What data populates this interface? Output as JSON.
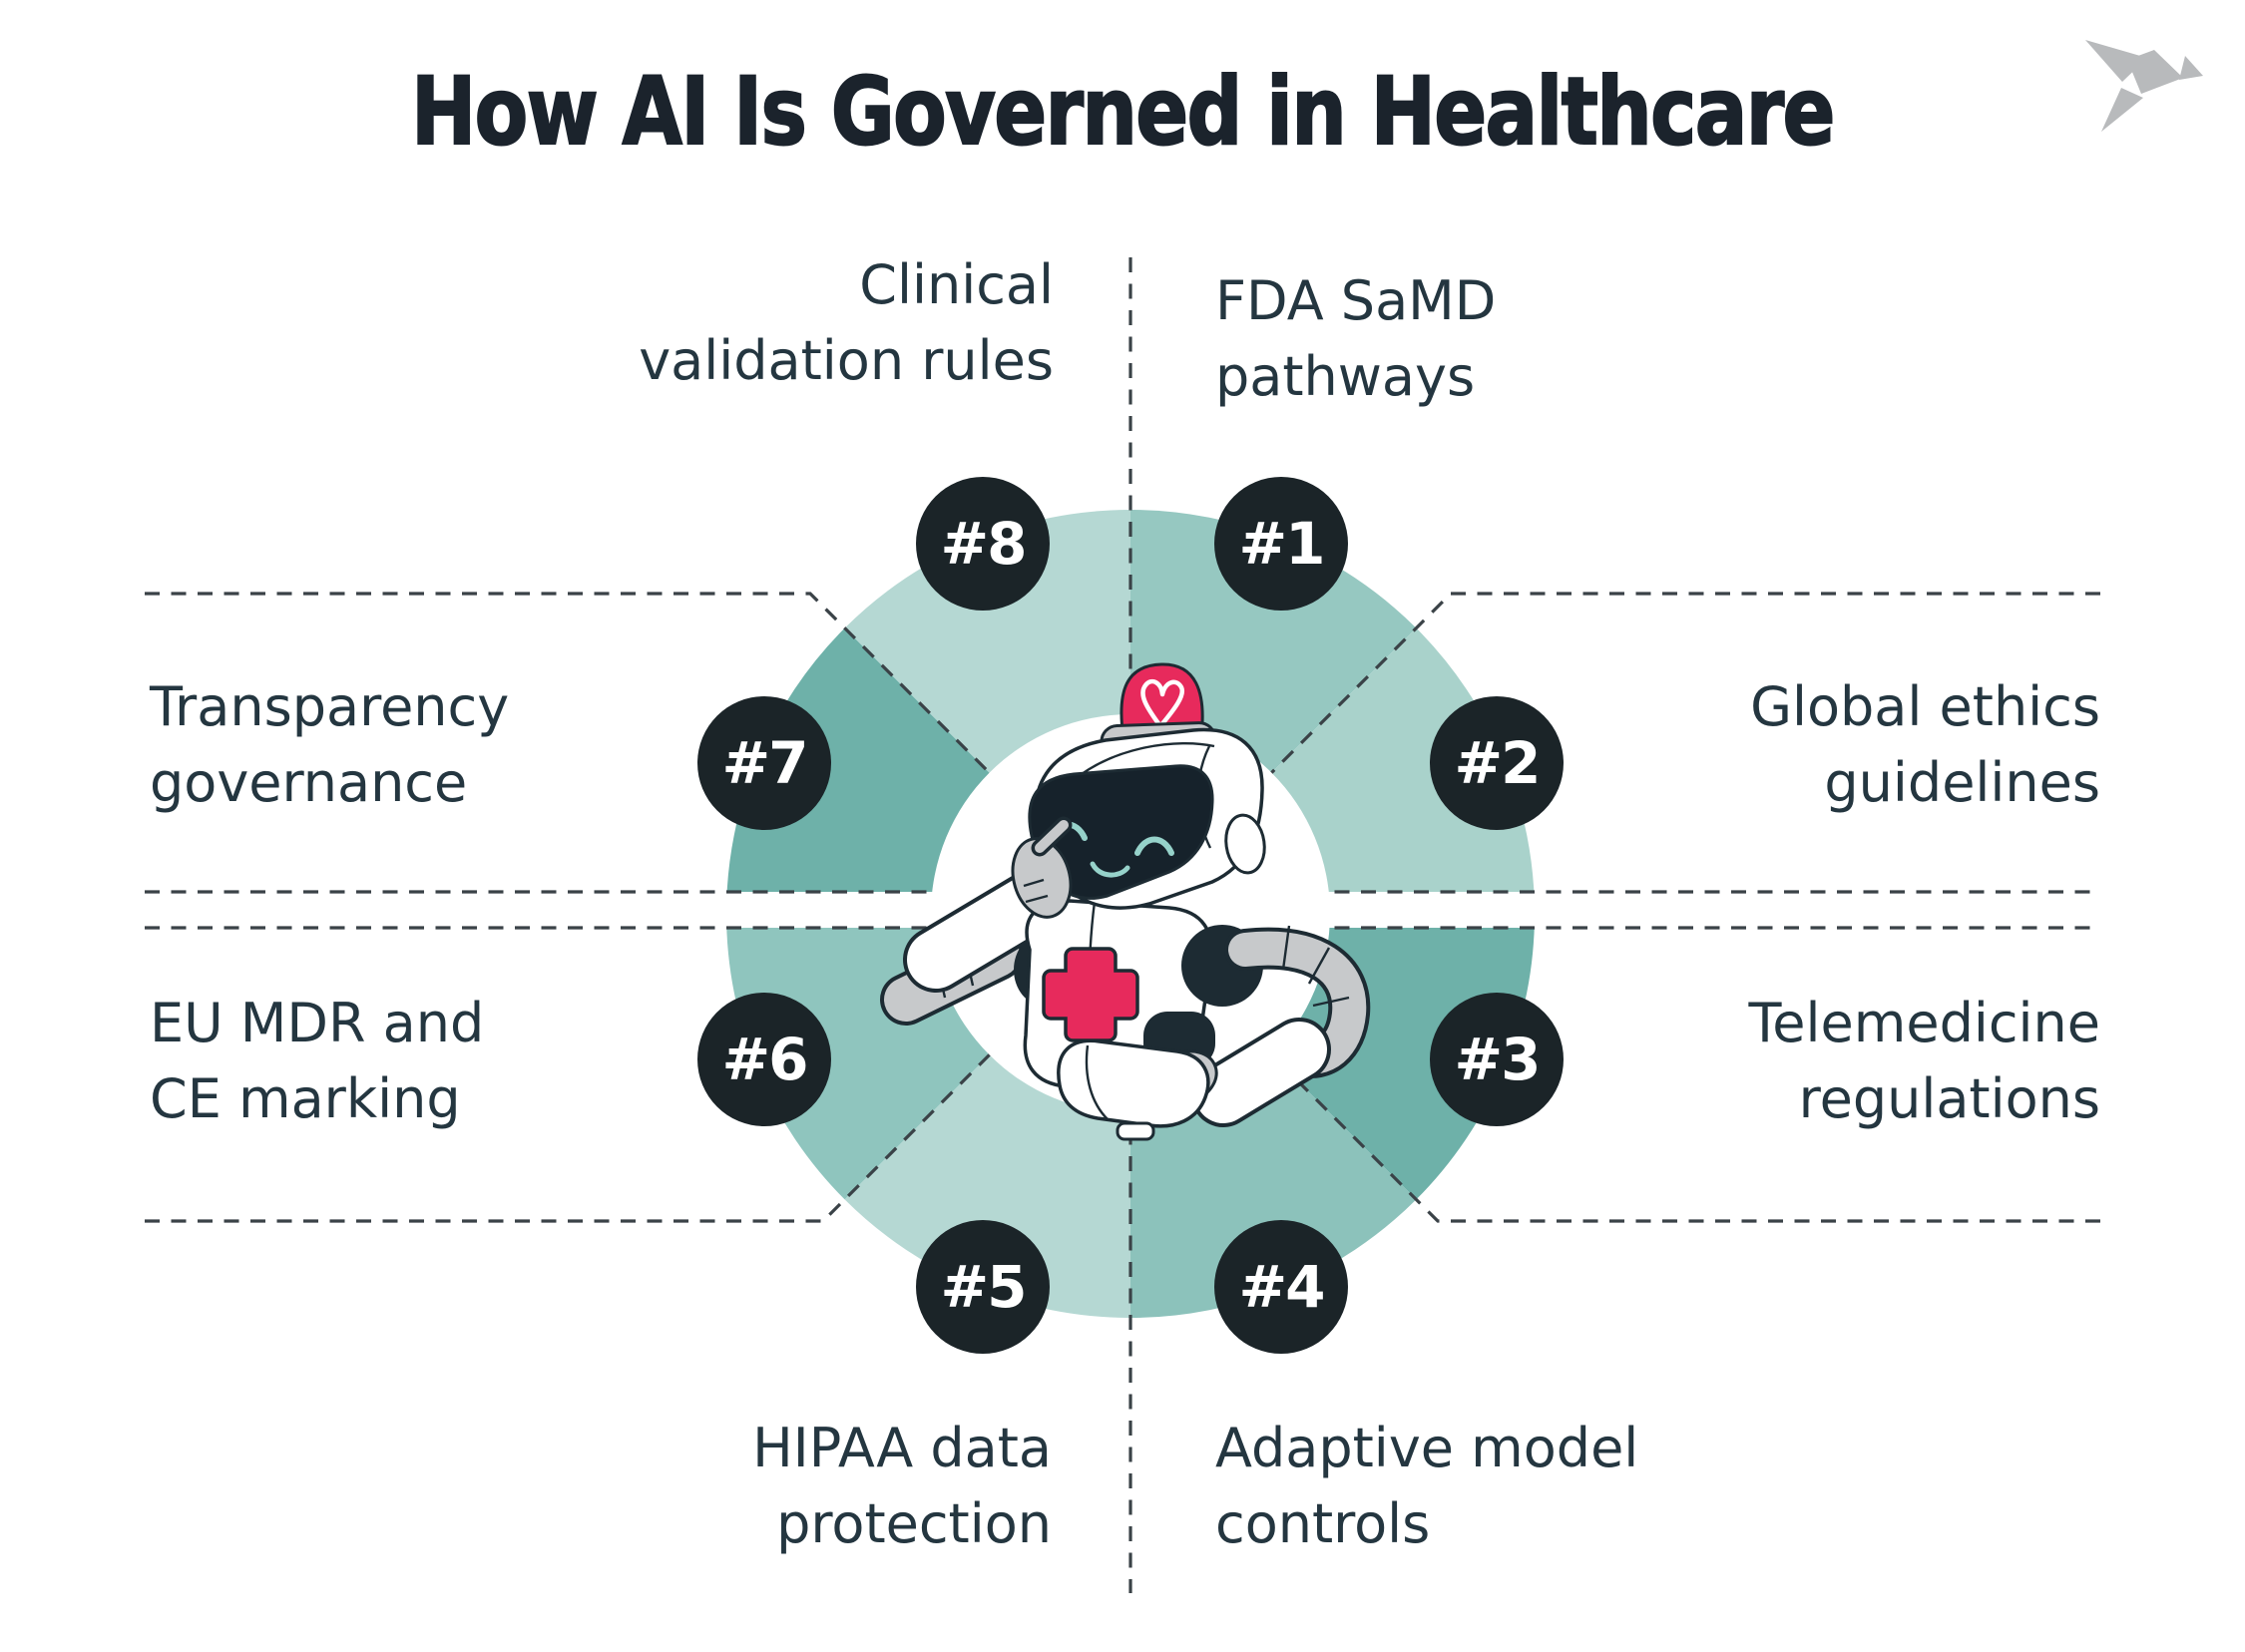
{
  "theme": {
    "bg": "#ffffff",
    "ink": "#1b232c",
    "label-ink": "#243640",
    "dash": "#3a4247",
    "badge-bg": "#1b2428",
    "badge-text": "#ffffff",
    "navy": "#1d2b33",
    "face": "#16222b",
    "gray": "#c7c9cb",
    "red": "#e72a5c",
    "eye-teal": "#96d2ca",
    "logo-gray": "#b8babc"
  },
  "header": {
    "title": "How AI Is Governed in Healthcare"
  },
  "logo": {
    "name": "origami-bird"
  },
  "wheel": {
    "center_illustration": "medical-robot-mascot",
    "items": [
      {
        "number": "#1",
        "label": "FDA SaMD pathways",
        "lines": [
          "FDA SaMD",
          "pathways"
        ],
        "color": "#96c8c1"
      },
      {
        "number": "#2",
        "label": "Global ethics guidelines",
        "lines": [
          "Global ethics",
          "guidelines"
        ],
        "color": "#a9d2cb"
      },
      {
        "number": "#3",
        "label": "Telemedicine regulations",
        "lines": [
          "Telemedicine",
          "regulations"
        ],
        "color": "#6eb1a9"
      },
      {
        "number": "#4",
        "label": "Adaptive model controls",
        "lines": [
          "Adaptive model",
          "controls"
        ],
        "color": "#8cc2bb"
      },
      {
        "number": "#5",
        "label": "HIPAA data protection",
        "lines": [
          "HIPAA data",
          "protection"
        ],
        "color": "#b5d8d3"
      },
      {
        "number": "#6",
        "label": "EU MDR and CE marking",
        "lines": [
          "EU MDR and",
          "CE marking"
        ],
        "color": "#8fc5be"
      },
      {
        "number": "#7",
        "label": "Transparency governance",
        "lines": [
          "Transparency",
          "governance"
        ],
        "color": "#6eb1a9"
      },
      {
        "number": "#8",
        "label": "Clinical validation rules",
        "lines": [
          "Clinical",
          "validation rules"
        ],
        "color": "#b5d8d3"
      }
    ]
  }
}
